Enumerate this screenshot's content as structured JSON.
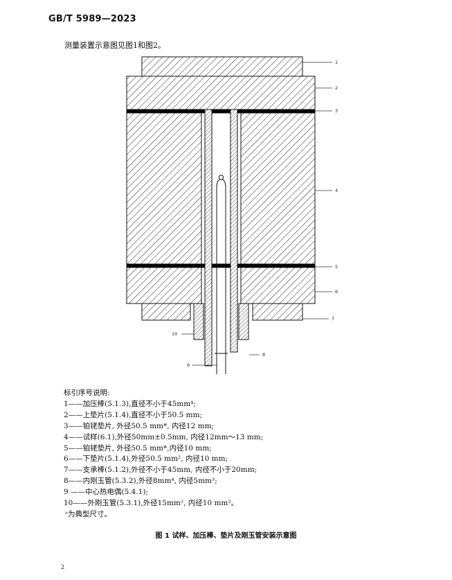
{
  "header": {
    "standard_code": "GB/T 5989—2023"
  },
  "intro": "测量装置示意图见图1和图2。",
  "diagram": {
    "callouts": [
      "1",
      "2",
      "3",
      "4",
      "5",
      "6",
      "7",
      "8",
      "9",
      "10"
    ]
  },
  "legend": {
    "title": "标引序号说明:",
    "items": [
      "1——加压棒(5.1.3),直径不小于45mm⁴;",
      "2——上垫片(5.1.4),直径不小于50.5 mm;",
      "3——铂铑垫片, 外径50.5 mm*, 内径12 mm;",
      "4——试样(6.1),外径50mm±0.5mm, 内径12mm～13 mm;",
      "5——铂铑垫片, 外径50.5 mm*,内径10 mm;",
      "6——下垫片(5.1.4),外径50.5 mm², 内径10 mm;",
      "7——支承棒(5.1.2),外径不小于45mm, 内径不小于20mm;",
      "8——内刚玉管(5.3.2),外径8mm⁴, 内径5mm³;",
      "9 ——中心热电偶(5.4.1);",
      "10——外刚玉管(5.3.1),外径15mm², 内径10 mm²。"
    ],
    "footnote": "ᵃ为典型尺寸。"
  },
  "caption": "图 1 试样、加压棒、垫片及刚玉管安装示意图",
  "page_number": "2"
}
